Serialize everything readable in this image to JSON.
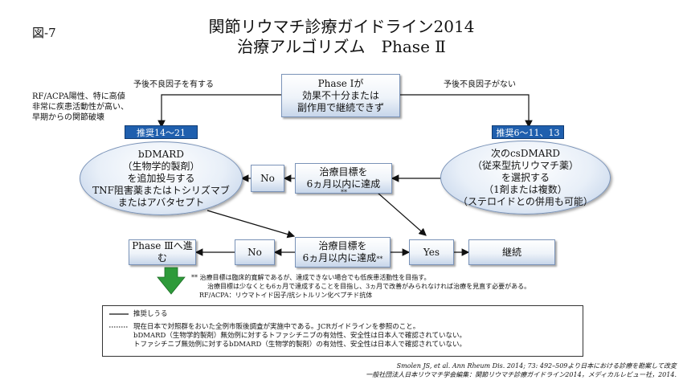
{
  "figure_label": "図-7",
  "title_line1": "関節リウマチ診療ガイドライン2014",
  "title_line2": "治療アルゴリズム　Phase Ⅱ",
  "phase1": {
    "line1": "Phase Ⅰが",
    "line2": "効果不十分または",
    "line3": "副作用で継続できず"
  },
  "left_branch_label": "予後不良因子を有する",
  "right_branch_label": "予後不良因子がない",
  "risk_note": {
    "line1": "RF/ACPA陽性、特に高値",
    "line2": "非常に疾患活動性が高い、",
    "line3": "早期からの関節破壊"
  },
  "tag_left": "推奨14～21",
  "tag_right": "推奨6～11、13",
  "bdmard": {
    "line1": "bDMARD",
    "line2": "（生物学的製剤）",
    "line3": "を追加投与する",
    "line4": "TNF阻害薬またはトシリズマブ",
    "line5": "またはアバタセプト"
  },
  "csdmard": {
    "line1": "次のcsDMARD",
    "line2": "（従来型抗リウマチ薬）",
    "line3": "を選択する",
    "line4": "（1剤または複数）",
    "line5": "（ステロイドとの併用も可能）"
  },
  "goal_upper": {
    "line1": "治療目標を",
    "line2": "6ヵ月以内に達成",
    "mark": "**"
  },
  "goal_lower": {
    "line1": "治療目標を",
    "line2": "6ヵ月以内に達成",
    "mark": "**"
  },
  "no_upper": "No",
  "no_lower": "No",
  "yes": "Yes",
  "continue": "継続",
  "phase3": "Phase Ⅲへ進む",
  "footnotes": {
    "line1": "** 治療目標は臨床的寛解であるが、達成できない場合でも低疾患活動性を目指す。",
    "line2": "治療目標は少なくとも6ヵ月で達成することを目指し、3ヵ月で改善がみられなければ治療を見直す必要がある。",
    "line3": "RF/ACPA：リウマトイド因子/抗シトルリン化ペプチド抗体"
  },
  "legend": {
    "solid_label": "推奨しうる",
    "dotted_line1": "現在日本で対照群をおいた全例市販後調査が実施中である。JCRガイドラインを参照のこと。",
    "dotted_line2": "bDMARD（生物学的製剤）無効例に対するトファシチニブの有効性、安全性は日本人で確認されていない。",
    "dotted_line3": "トファシチニブ無効例に対するbDMARD（生物学的製剤）の有効性、安全性は日本人で確認されていない。"
  },
  "source": {
    "line1": "Smolen JS, et al. Ann Rheum Dis. 2014; 73: 492–509より日本における診療を勘案して改変",
    "line2": "一般社団法人日本リウマチ学会編集：関節リウマチ診療ガイドライン2014，メディカルレビュー社，2014."
  },
  "colors": {
    "tag_blue": "#1f5fae",
    "box_border": "#7a93b8",
    "arrow_green": "#2e9a3a"
  }
}
